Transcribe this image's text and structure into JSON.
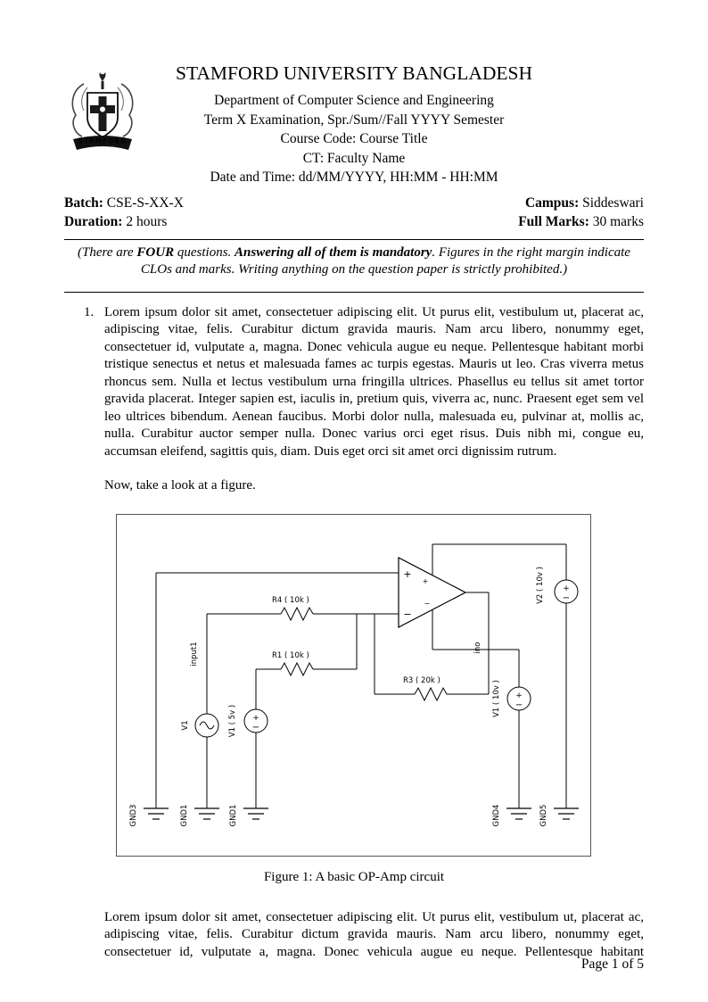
{
  "header": {
    "logo_banner": "STAMFORD",
    "university": "STAMFORD UNIVERSITY BANGLADESH",
    "department": "Department of Computer Science and Engineering",
    "term": "Term X Examination, Spr./Sum//Fall YYYY Semester",
    "course": "Course Code: Course Title",
    "ct": "CT: Faculty Name",
    "datetime": "Date and Time: dd/MM/YYYY, HH:MM - HH:MM"
  },
  "meta": {
    "batch_label": "Batch:",
    "batch_value": "CSE-S-XX-X",
    "campus_label": "Campus:",
    "campus_value": "Siddeswari",
    "duration_label": "Duration:",
    "duration_value": "2 hours",
    "marks_label": "Full Marks:",
    "marks_value": "30 marks"
  },
  "instructions": {
    "part1": "(There are ",
    "bold1": "FOUR",
    "part2": " questions. ",
    "bold2": "Answering all of them is mandatory",
    "part3": ". Figures in the right margin indicate CLOs and marks. Writing anything on the question paper is strictly prohibited.)"
  },
  "question": {
    "number": "1.",
    "paragraph": "Lorem ipsum dolor sit amet, consectetuer adipiscing elit. Ut purus elit, vestibulum ut, placerat ac, adipiscing vitae, felis. Curabitur dictum gravida mauris. Nam arcu libero, nonummy eget, consectetuer id, vulputate a, magna. Donec vehicula augue eu neque. Pellentesque habitant morbi tristique senectus et netus et malesuada fames ac turpis egestas. Mauris ut leo. Cras viverra metus rhoncus sem. Nulla et lectus vestibulum urna fringilla ultrices. Phasellus eu tellus sit amet tortor gravida placerat. Integer sapien est, iaculis in, pretium quis, viverra ac, nunc. Praesent eget sem vel leo ultrices bibendum. Aenean faucibus. Morbi dolor nulla, malesuada eu, pulvinar at, mollis ac, nulla. Curabitur auctor semper nulla. Donec varius orci eget risus. Duis nibh mi, congue eu, accumsan eleifend, sagittis quis, diam. Duis eget orci sit amet orci dignissim rutrum.",
    "figure_intro": "Now, take a look at a figure.",
    "caption": "Figure 1: A basic OP-Amp circuit",
    "paragraph2": "Lorem ipsum dolor sit amet, consectetuer adipiscing elit. Ut purus elit, vestibulum ut, placerat ac, adipiscing vitae, felis. Curabitur dictum gravida mauris. Nam arcu libero, nonummy eget, consectetuer id, vulputate a, magna. Donec vehicula augue eu neque. Pellentesque habitant"
  },
  "circuit": {
    "r4": "R4 ( 10k )",
    "r1": "R1 ( 10k )",
    "r3": "R3 ( 20k )",
    "v1": "V1",
    "v1_5v": "V1 ( 5v )",
    "v1_10v": "V1 ( 10v )",
    "v2_10v": "V2 ( 10v )",
    "input1": "input1",
    "ino": "ino",
    "gnd3": "GND3",
    "gnd1a": "GND1",
    "gnd1b": "GND1",
    "gnd4": "GND4",
    "gnd5": "GND5",
    "plus": "+",
    "minus": "−",
    "sine": "~"
  },
  "footer": {
    "page": "Page 1 of 5"
  }
}
